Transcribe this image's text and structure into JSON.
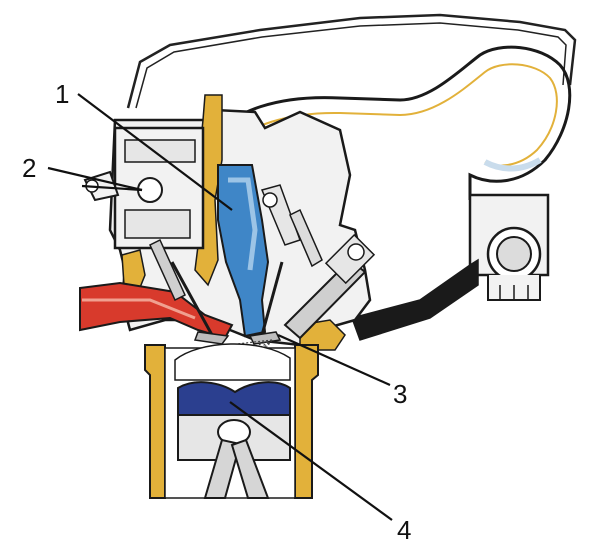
{
  "callouts": {
    "c1": {
      "label": "1"
    },
    "c2": {
      "label": "2"
    },
    "c3": {
      "label": "3"
    },
    "c4": {
      "label": "4"
    }
  },
  "colors": {
    "head_casting": "#f2f2f2",
    "outline": "#1a1a1a",
    "water_jacket": "#e2b13a",
    "intake_air": "#d83a2c",
    "fuel_intake_port": "#3f86c7",
    "exhaust_pipe": "#1a1a1a",
    "piston_crown": "#2b3f8f",
    "fuel_spray": "#444444",
    "pipe_tint": "#c9dcec"
  }
}
